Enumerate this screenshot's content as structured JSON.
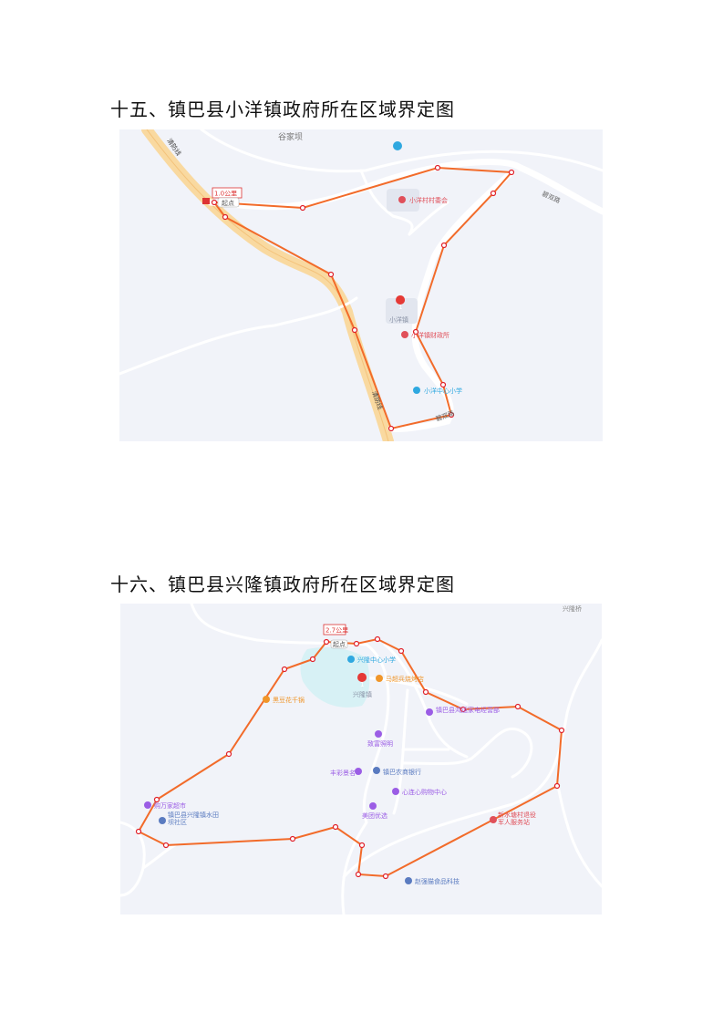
{
  "sections": [
    {
      "title": "十五、镇巴县小洋镇政府所在区域界定图",
      "map": {
        "distance_label": "1.0公里",
        "start_label": "起点",
        "road_labels": [
          "清防线",
          "清防线",
          "碧双路",
          "碧双路"
        ],
        "top_label": "谷家坝",
        "pois": [
          {
            "name": "小洋村村委会",
            "color": "#e0505a"
          },
          {
            "name": "小洋镇",
            "color": "#8a93a6"
          },
          {
            "name": "小洋镇财政所",
            "color": "#e0505a"
          },
          {
            "name": "小洋中心小学",
            "color": "#2fa8e0"
          }
        ],
        "marker_number": "1"
      }
    },
    {
      "title": "十六、镇巴县兴隆镇政府所在区域界定图",
      "map": {
        "distance_label": "2.7公里",
        "start_label": "起点",
        "top_label": "兴隆桥",
        "pois": [
          {
            "name": "兴隆中心小学",
            "color": "#2fa8e0"
          },
          {
            "name": "马超兵烧烤店",
            "color": "#f0962a"
          },
          {
            "name": "兴隆镇",
            "color": "#8a93a6"
          },
          {
            "name": "黑豆花千锅",
            "color": "#f0962a"
          },
          {
            "name": "镇巴县鸿运家电经营部",
            "color": "#9b5de5"
          },
          {
            "name": "致富照明",
            "color": "#9b5de5"
          },
          {
            "name": "丰彩景名",
            "color": "#9b5de5"
          },
          {
            "name": "镇巴农商银行",
            "color": "#5a7bc0"
          },
          {
            "name": "心连心购物中心",
            "color": "#9b5de5"
          },
          {
            "name": "美团优选",
            "color": "#9b5de5"
          },
          {
            "name": "购万家超市",
            "color": "#9b5de5"
          },
          {
            "name": "镇巴县兴隆镇水田坝社区",
            "color": "#5a7bc0"
          },
          {
            "name": "新水塘村退役军人服务站",
            "color": "#e0505a"
          },
          {
            "name": "赵强猫食品科技",
            "color": "#5a7bc0"
          }
        ],
        "marker_number": "1"
      }
    }
  ],
  "colors": {
    "route": "#f26b2a",
    "vertex": "#e0202a",
    "highway": "#f9d9a0",
    "map_bg": "#f1f3f9"
  }
}
